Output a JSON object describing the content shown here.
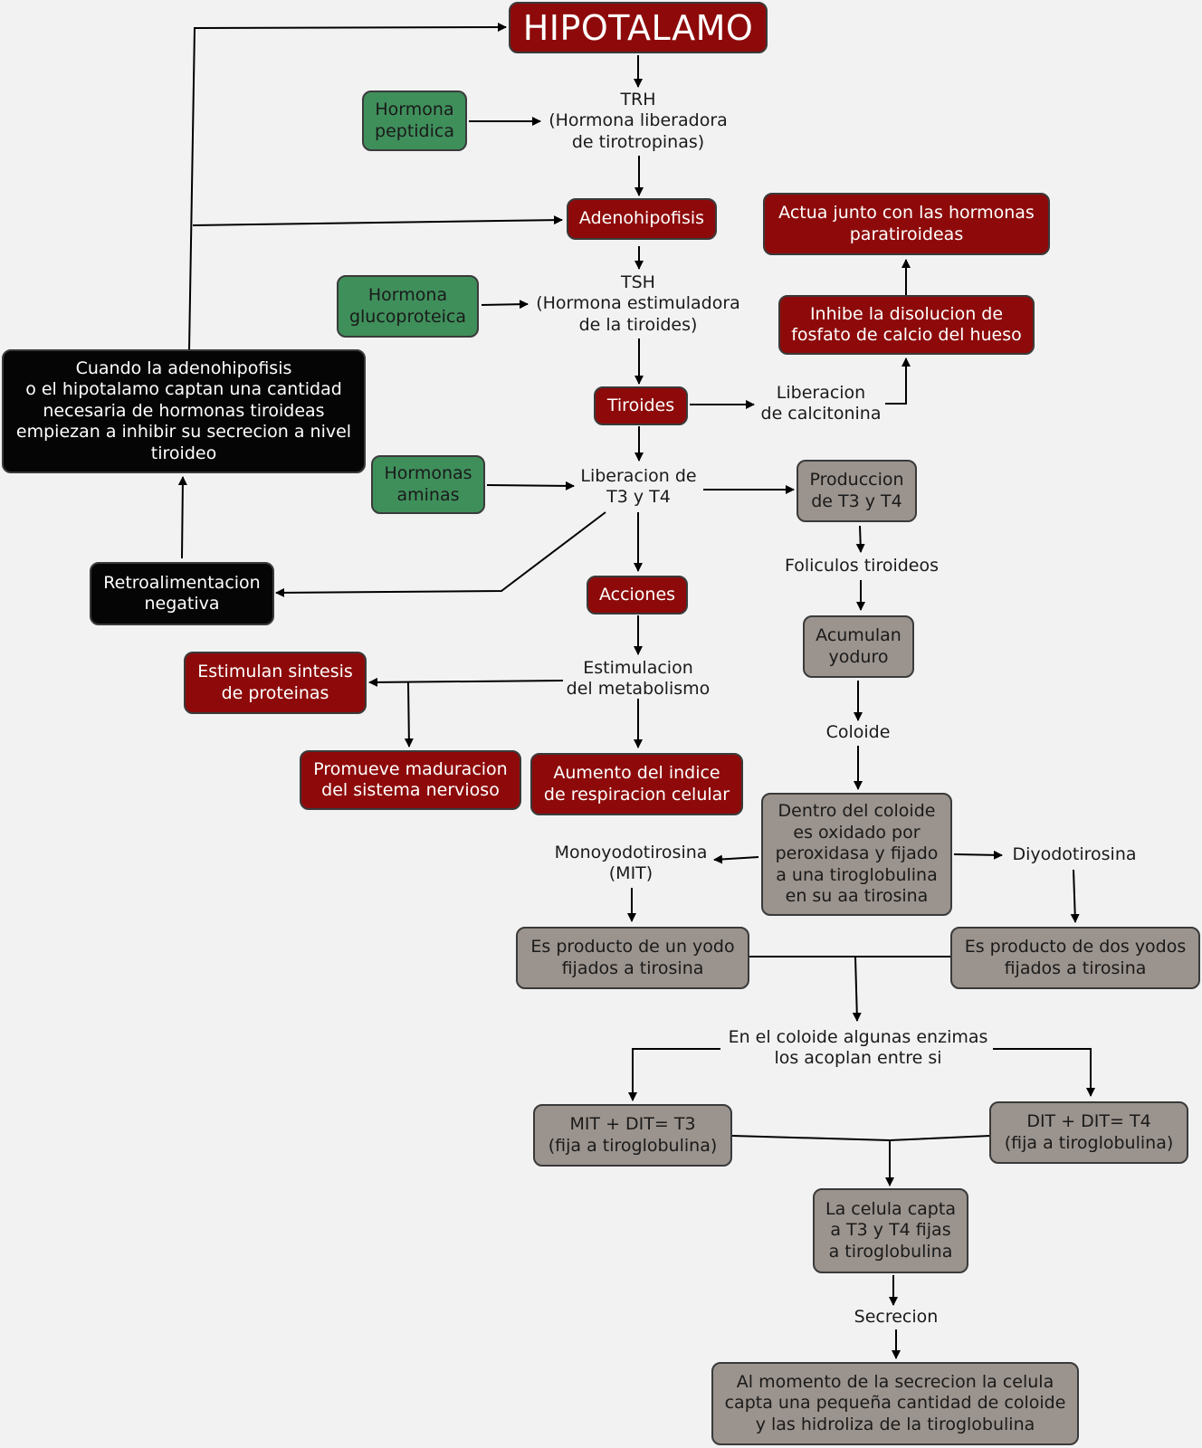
{
  "title": "HIPOTALAMO",
  "nodes": {
    "trh": "TRH\n(Hormona liberadora\nde tirotropinas)",
    "hormona_peptidica": "Hormona\npeptidica",
    "adenohipofisis": "Adenohipofisis",
    "actua_junto": "Actua junto con las hormonas\nparatiroideas",
    "tsh": "TSH\n(Hormona estimuladora\nde la tiroides)",
    "hormona_glucoproteica": "Hormona\nglucoproteica",
    "inhibe_disolucion": "Inhibe la disolucion de\nfosfato de calcio del hueso",
    "cuando_adenohipofisis": "Cuando la adenohipofisis\no el hipotalamo captan una cantidad\nnecesaria de hormonas tiroideas\nempiezan a inhibir su secrecion a nivel\ntiroideo",
    "tiroides": "Tiroides",
    "liberacion_calcitonina": "Liberacion\nde calcitonina",
    "hormonas_aminas": "Hormonas\naminas",
    "liberacion_t3_t4": "Liberacion de\nT3 y T4",
    "produccion_t3_t4": "Produccion\nde T3 y T4",
    "foliculos": "Foliculos tiroideos",
    "retroalimentacion": "Retroalimentacion\nnegativa",
    "acciones": "Acciones",
    "acumulan_yoduro": "Acumulan\nyoduro",
    "estimulan_sintesis": "Estimulan sintesis\nde proteinas",
    "estimulacion_metabolismo": "Estimulacion\ndel metabolismo",
    "coloide": "Coloide",
    "promueve_maduracion": "Promueve maduracion\ndel sistema nervioso",
    "aumento_indice": "Aumento del indice\nde respiracion celular",
    "dentro_coloide": "Dentro del coloide\nes oxidado por\nperoxidasa y fijado\na una tiroglobulina\nen su aa tirosina",
    "monoyodotirosina": "Monoyodotirosina\n(MIT)",
    "diyodotirosina": "Diyodotirosina",
    "producto_un_yodo": "Es producto de un yodo\nfijados a tirosina",
    "producto_dos_yodos": "Es producto de dos yodos\nfijados a tirosina",
    "enzimas_acoplan": "En el coloide algunas enzimas\nlos acoplan entre si",
    "mit_dit_t3": "MIT + DIT= T3\n(fija a tiroglobulina)",
    "dit_dit_t4": "DIT + DIT= T4\n(fija a tiroglobulina)",
    "celula_capta": "La celula capta\na T3 y T4 fijas\na tiroglobulina",
    "secrecion": "Secrecion",
    "al_momento": "Al momento de la secrecion la celula\ncapta una pequeña cantidad de coloide\ny las hidroliza de la tiroglobulina"
  },
  "colors": {
    "red": "#8e0a0a",
    "green": "#3f8f5b",
    "black": "#050505",
    "gray": "#9b938d",
    "background": "#f2f2f2"
  }
}
